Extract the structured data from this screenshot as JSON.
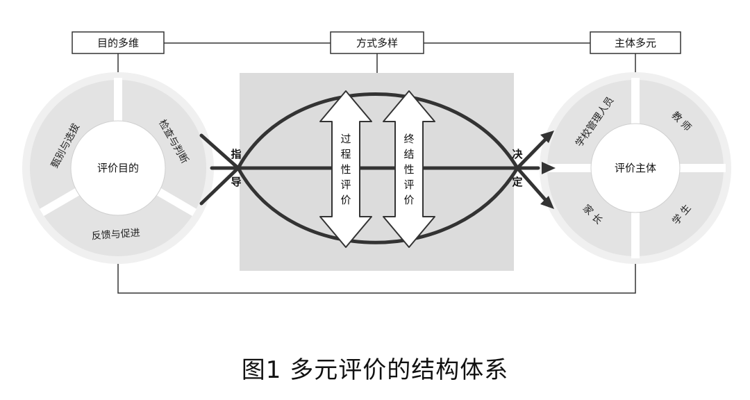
{
  "top_boxes": {
    "left": "目的多维",
    "middle": "方式多样",
    "right": "主体多元"
  },
  "left_ring": {
    "center": "评价目的",
    "segments": {
      "top_left": "甄别与选拔",
      "top_right": "检查与判断",
      "bottom": "反馈与促进"
    }
  },
  "right_ring": {
    "center": "评价主体",
    "segments": {
      "top_left": "学校管理人员",
      "top_right": "教 师",
      "bottom_left": "家 长",
      "bottom_right": "学 生"
    }
  },
  "middle": {
    "guide": "指导",
    "decide": "决定",
    "process_eval": "过程性评价",
    "final_eval": "终结性评价"
  },
  "colors": {
    "ring_fill": "#e6e6e6",
    "panel_fill": "#dcdcdc",
    "curve": "#333333"
  },
  "caption": "图1  多元评价的结构体系"
}
